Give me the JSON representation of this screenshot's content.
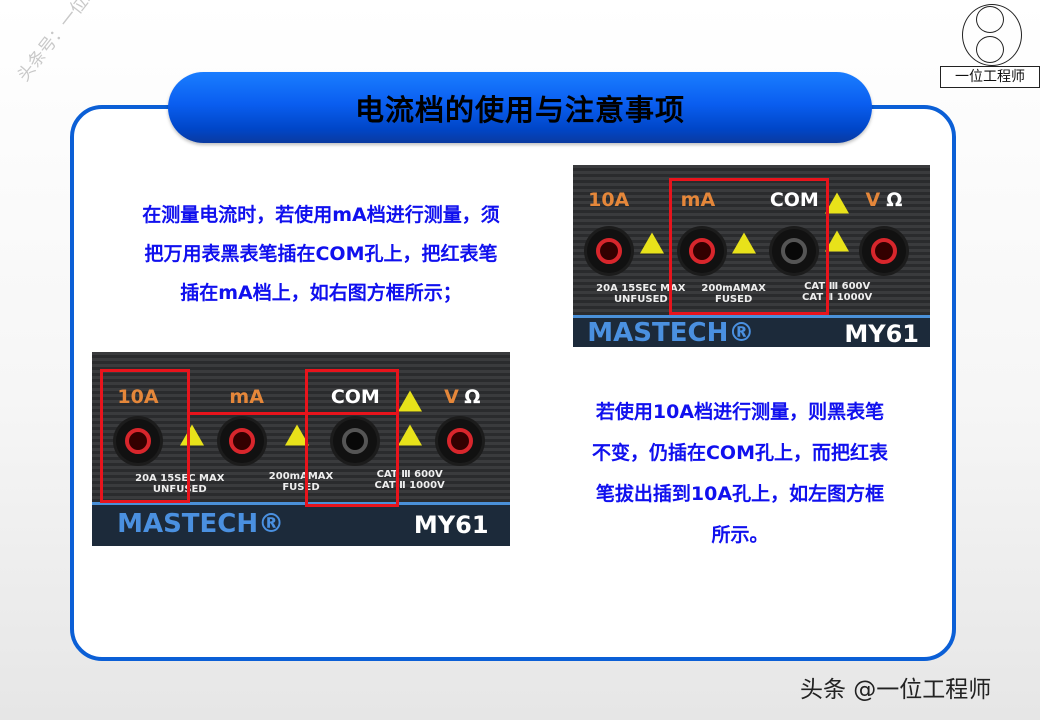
{
  "watermark": "头条号：一位工程师",
  "logo": {
    "text": "一位工程师"
  },
  "title": "电流档的使用与注意事项",
  "paragraph1": [
    "在测量电流时，若使用mA档进行测量，须",
    "把万用表黑表笔插在COM孔上，把红表笔",
    "插在mA档上，如右图方框所示；"
  ],
  "paragraph2": [
    "若使用10A档进行测量，则黑表笔",
    "不变，仍插在COM孔上，而把红表",
    "笔拔出插到10A孔上，如左图方框",
    "所示。"
  ],
  "meter": {
    "labels": {
      "a10": "10A",
      "ma": "mA",
      "com": "COM",
      "v": "V",
      "ohm": "Ω"
    },
    "notes": {
      "a10": "20A 15SEC MAX",
      "unfused": "UNFUSED",
      "ma": "200mAMAX",
      "fused": "FUSED",
      "cat3": "CAT Ⅲ 600V",
      "cat2": "CAT Ⅱ 1000V"
    },
    "brand": "MASTECH®",
    "model": "MY61"
  },
  "footer": "头条 @一位工程师",
  "colors": {
    "accent": "#0b5fd6",
    "text": "#1010ee",
    "highlight": "#e8141c"
  }
}
